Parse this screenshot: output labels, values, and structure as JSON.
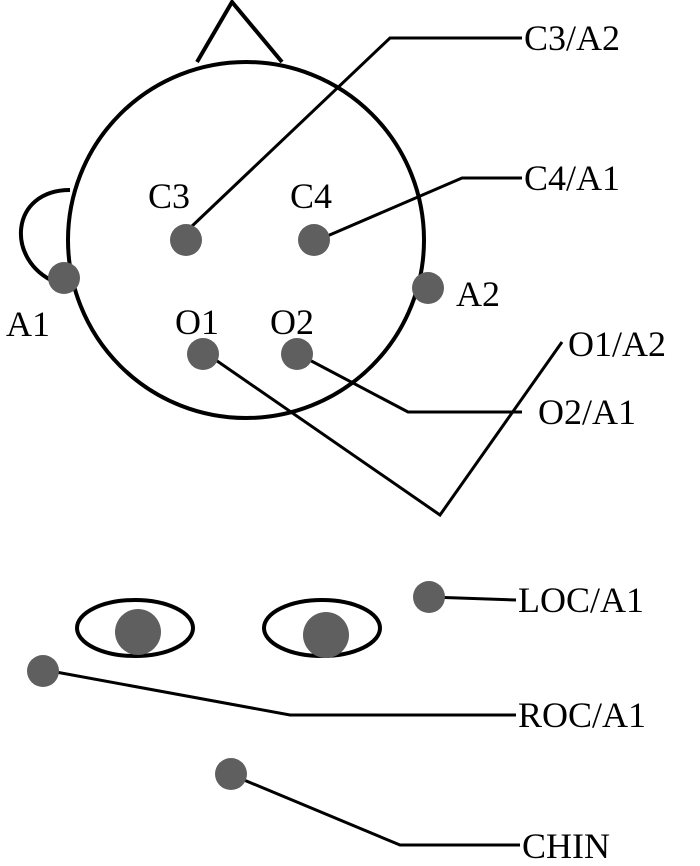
{
  "electrodes": {
    "c3": "C3",
    "c4": "C4",
    "a1": "A1",
    "a2": "A2",
    "o1": "O1",
    "o2": "O2"
  },
  "derivations": {
    "c3_a2": "C3/A2",
    "c4_a1": "C4/A1",
    "o1_a2": "O1/A2",
    "o2_a1": "O2/A1",
    "loc_a1": "LOC/A1",
    "roc_a1": "ROC/A1",
    "chin": "CHIN"
  },
  "colors": {
    "electrode": "#5f5f5f",
    "line": "#000000",
    "background": "#ffffff"
  }
}
